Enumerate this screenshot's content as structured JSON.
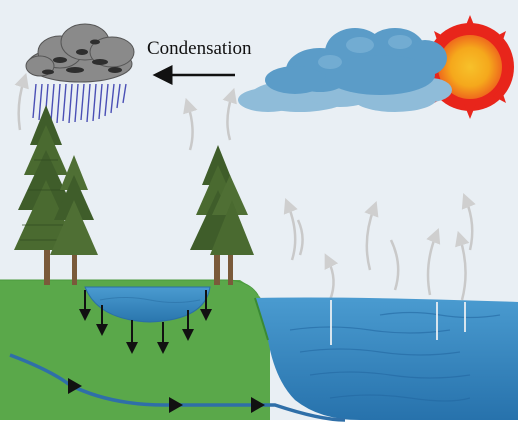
{
  "diagram": {
    "labels": {
      "condensation": "Condensation"
    },
    "elements": {
      "sun": "sun-icon",
      "rain_cloud": "rain-cloud-icon",
      "cloud": "cloud-icon",
      "trees": "pine-tree-icon",
      "pond": "pond",
      "ocean": "ocean",
      "groundwater_stream": "groundwater-stream",
      "evaporation_arrows": "evaporation-arrow-icon",
      "infiltration_arrows": "infiltration-arrow-icon"
    },
    "colors": {
      "sky": "#e8eef3",
      "ground": "#5aa84a",
      "water": "#3d8fc4",
      "deep_water": "#2a7bb6",
      "cloud": "#6aa8cf",
      "sun_outer": "#e8251b",
      "sun_inner": "#f5a81c",
      "rain": "#4a4fb5",
      "tree": "#3f5d2a",
      "trunk": "#7a5a3a",
      "arrow": "#111111"
    }
  }
}
